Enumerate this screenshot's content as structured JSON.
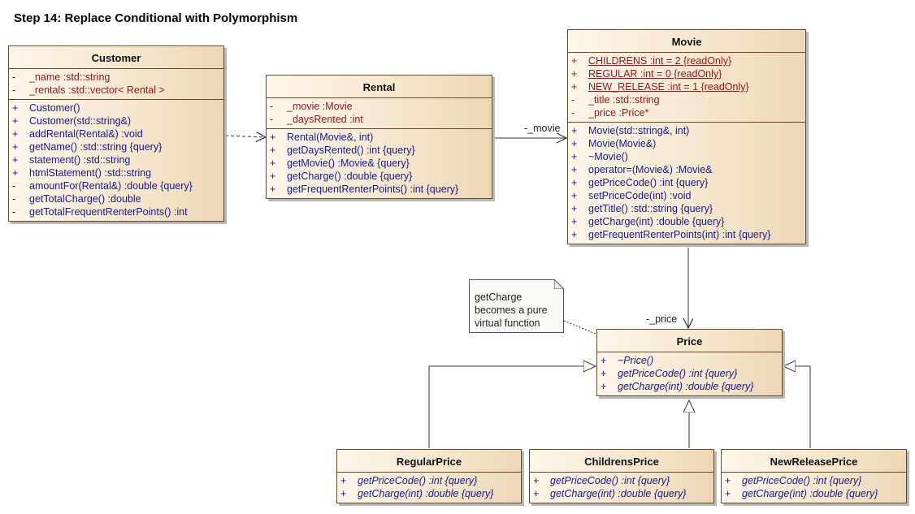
{
  "title": "Step 14: Replace Conditional with Polymorphism",
  "classes": {
    "customer": {
      "name": "Customer",
      "attributes": [
        {
          "vis": "-",
          "text": "_name  :std::string"
        },
        {
          "vis": "-",
          "text": "_rentals  :std::vector< Rental >"
        }
      ],
      "operations": [
        {
          "vis": "+",
          "text": "Customer()"
        },
        {
          "vis": "+",
          "text": "Customer(std::string&)"
        },
        {
          "vis": "+",
          "text": "addRental(Rental&)  :void"
        },
        {
          "vis": "+",
          "text": "getName()  :std::string {query}"
        },
        {
          "vis": "+",
          "text": "statement()  :std::string"
        },
        {
          "vis": "+",
          "text": "htmlStatement()  :std::string"
        },
        {
          "vis": "-",
          "text": "amountFor(Rental&)  :double {query}"
        },
        {
          "vis": "-",
          "text": "getTotalCharge()  :double"
        },
        {
          "vis": "-",
          "text": "getTotalFrequentRenterPoints()  :int"
        }
      ]
    },
    "rental": {
      "name": "Rental",
      "attributes": [
        {
          "vis": "-",
          "text": "_movie  :Movie"
        },
        {
          "vis": "-",
          "text": "_daysRented  :int"
        }
      ],
      "operations": [
        {
          "vis": "+",
          "text": "Rental(Movie&, int)"
        },
        {
          "vis": "+",
          "text": "getDaysRented()  :int {query}"
        },
        {
          "vis": "+",
          "text": "getMovie()  :Movie& {query}"
        },
        {
          "vis": "+",
          "text": "getCharge()  :double {query}"
        },
        {
          "vis": "+",
          "text": "getFrequentRenterPoints()  :int {query}"
        }
      ]
    },
    "movie": {
      "name": "Movie",
      "static_attributes": [
        {
          "vis": "+",
          "text": "CHILDRENS  :int = 2 {readOnly}"
        },
        {
          "vis": "+",
          "text": "REGULAR  :int = 0 {readOnly}"
        },
        {
          "vis": "+",
          "text": "NEW_RELEASE  :int = 1 {readOnly}"
        }
      ],
      "attributes": [
        {
          "vis": "-",
          "text": "_title  :std::string"
        },
        {
          "vis": "-",
          "text": "_price  :Price*"
        }
      ],
      "operations": [
        {
          "vis": "+",
          "text": "Movie(std::string&, int)"
        },
        {
          "vis": "+",
          "text": "Movie(Movie&)"
        },
        {
          "vis": "+",
          "text": "~Movie()"
        },
        {
          "vis": "+",
          "text": "operator=(Movie&)  :Movie&"
        },
        {
          "vis": "+",
          "text": "getPriceCode()  :int {query}"
        },
        {
          "vis": "+",
          "text": "setPriceCode(int)  :void"
        },
        {
          "vis": "+",
          "text": "getTitle()  :std::string {query}"
        },
        {
          "vis": "+",
          "text": "getCharge(int)  :double {query}"
        },
        {
          "vis": "+",
          "text": "getFrequentRenterPoints(int)  :int {query}"
        }
      ]
    },
    "price": {
      "name": "Price",
      "operations": [
        {
          "vis": "+",
          "text": "~Price()"
        },
        {
          "vis": "+",
          "text": "getPriceCode()  :int {query}"
        },
        {
          "vis": "+",
          "text": "getCharge(int)  :double {query}"
        }
      ]
    },
    "regular_price": {
      "name": "RegularPrice",
      "operations": [
        {
          "vis": "+",
          "text": "getPriceCode()  :int {query}"
        },
        {
          "vis": "+",
          "text": "getCharge(int)  :double {query}"
        }
      ]
    },
    "childrens_price": {
      "name": "ChildrensPrice",
      "operations": [
        {
          "vis": "+",
          "text": "getPriceCode()  :int {query}"
        },
        {
          "vis": "+",
          "text": "getCharge(int)  :double {query}"
        }
      ]
    },
    "new_release_price": {
      "name": "NewReleasePrice",
      "operations": [
        {
          "vis": "+",
          "text": "getPriceCode()  :int {query}"
        },
        {
          "vis": "+",
          "text": "getCharge(int)  :double {query}"
        }
      ]
    }
  },
  "associations": {
    "rental_movie_role": "-_movie",
    "movie_price_role": "-_price"
  },
  "note": {
    "lines": [
      "getCharge",
      "becomes a pure",
      "virtual function"
    ]
  },
  "colors": {
    "attribute": "#8b1c1c",
    "operation": "#1a1a8c",
    "border": "#6b4a2a"
  }
}
